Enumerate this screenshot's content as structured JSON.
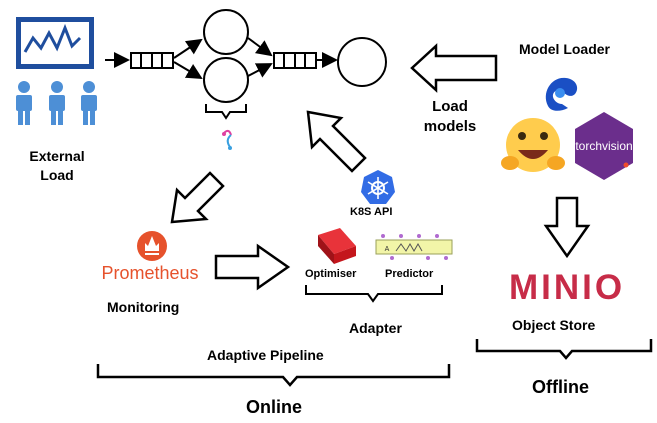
{
  "external_load": {
    "line1": "External",
    "line2": "Load"
  },
  "load_models": {
    "line1": "Load",
    "line2": "models"
  },
  "model_loader": {
    "title": "Model Loader",
    "torchvision_text": "torchvision"
  },
  "k8s": {
    "label": "K8S API"
  },
  "prometheus": {
    "name": "Prometheus",
    "caption": "Monitoring"
  },
  "adapter": {
    "optimiser": "Optimiser",
    "predictor": "Predictor",
    "caption": "Adapter",
    "predictor_letter": "A"
  },
  "minio": {
    "wordmark": "MINIO",
    "caption": "Object Store"
  },
  "groups": {
    "adaptive_pipeline": "Adaptive Pipeline",
    "online": "Online",
    "offline": "Offline"
  },
  "colors": {
    "monitor_blue": "#1f4e9e",
    "person_blue": "#4d8fd6",
    "prometheus_orange": "#e6522c",
    "k8s_blue": "#326ce5",
    "minio_red": "#c72c48",
    "torch_purple": "#6b2e8c",
    "hf_yellow": "#ffcc4d",
    "optimiser_red": "#c4161c"
  }
}
